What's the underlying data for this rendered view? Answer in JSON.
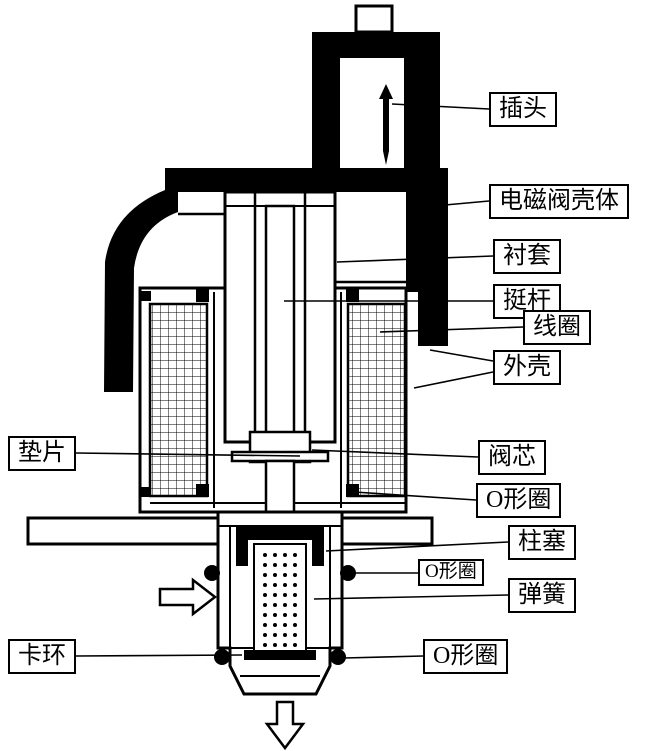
{
  "diagram": {
    "labels": [
      {
        "id": "plug",
        "text": "插头"
      },
      {
        "id": "solenoid-valve-housing",
        "text": "电磁阀壳体"
      },
      {
        "id": "bushing",
        "text": "衬套"
      },
      {
        "id": "tappet",
        "text": "挺杆"
      },
      {
        "id": "coil",
        "text": "线圈"
      },
      {
        "id": "outer-shell",
        "text": "外壳"
      },
      {
        "id": "gasket",
        "text": "垫片"
      },
      {
        "id": "valve-core",
        "text": "阀芯"
      },
      {
        "id": "o-ring-upper",
        "text": "O形圈"
      },
      {
        "id": "plunger",
        "text": "柱塞"
      },
      {
        "id": "o-ring-middle",
        "text": "O形圈"
      },
      {
        "id": "spring",
        "text": "弹簧"
      },
      {
        "id": "snap-ring",
        "text": "卡环"
      },
      {
        "id": "o-ring-lower",
        "text": "O形圈"
      }
    ],
    "icons": [
      {
        "name": "inlet-flow-arrow",
        "meaning": "flow inlet, outline arrow pointing right"
      },
      {
        "name": "outlet-flow-arrow",
        "meaning": "flow outlet, outline arrow pointing down"
      }
    ],
    "colors": {
      "ink": "#000000",
      "paper": "#ffffff"
    }
  }
}
